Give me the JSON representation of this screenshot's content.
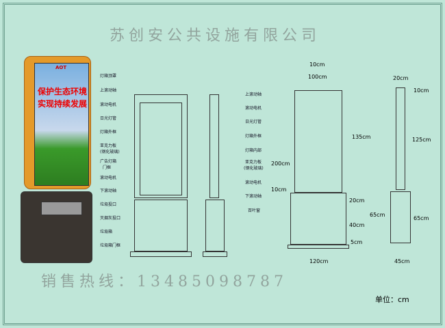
{
  "billboard": {
    "brand": "AOT",
    "slogan_line1": "保护生态环境",
    "slogan_line2": "实现持续发展"
  },
  "front_labels": [
    "灯箱顶罩",
    "上滚动轴",
    "滚动电机",
    "日光灯管",
    "灯箱外框",
    "亚克力板",
    "(钢化玻璃)",
    "广告灯箱",
    "门框",
    "滚动电机",
    "下滚动轴",
    "垃圾投口",
    "灭烟灰投口",
    "垃圾箱",
    "垃圾箱门框"
  ],
  "side_labels": [
    "上滚动轴",
    "滚动电机",
    "日光灯管",
    "灯箱外框",
    "灯箱内部",
    "亚克力板",
    "(钢化玻璃)",
    "滚动电机",
    "下滚动轴",
    "百叶窗"
  ],
  "dims_front": {
    "top": "10cm",
    "width_inner": "100cm",
    "light_h": "135cm",
    "total_h": "200cm",
    "gap": "10cm",
    "slot": "20cm",
    "bin": "40cm",
    "base_h": "65cm",
    "foot": "5cm",
    "width": "120cm"
  },
  "dims_side": {
    "top_w": "20cm",
    "cap": "10cm",
    "light_h": "125cm",
    "base_h": "65cm",
    "width": "45cm"
  },
  "watermark": {
    "company": "苏创安公共设施有限公司",
    "hotline": "销售热线：13485098787"
  },
  "unit": "单位：cm"
}
